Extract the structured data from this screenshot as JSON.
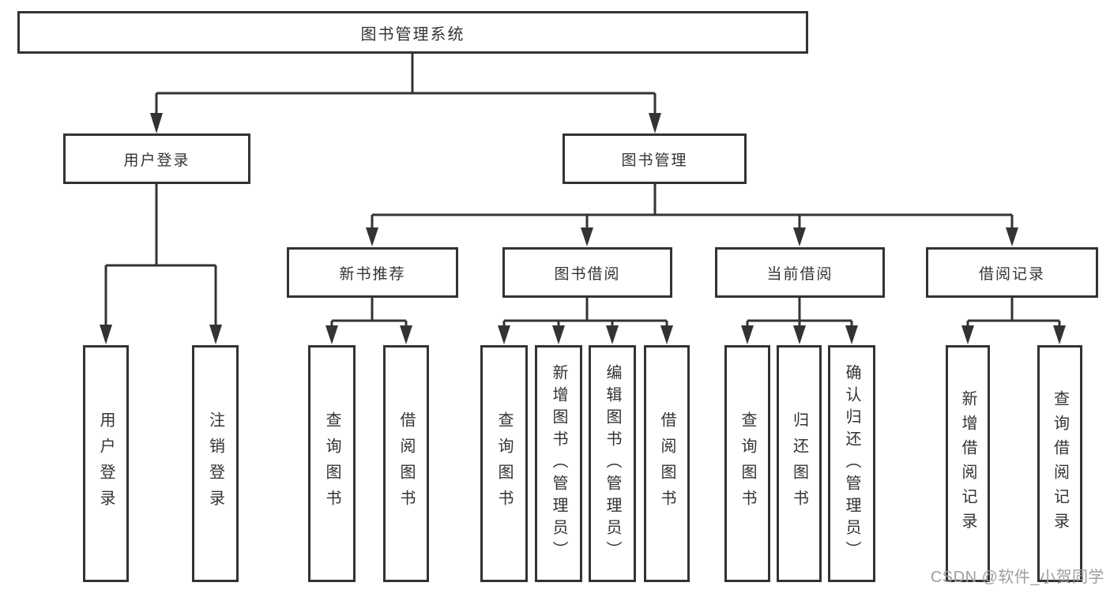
{
  "tree": {
    "root": {
      "label": "图书管理系统"
    },
    "branches": [
      {
        "label": "用户登录",
        "children": [
          {
            "label": "用户登录"
          },
          {
            "label": "注销登录"
          }
        ]
      },
      {
        "label": "图书管理",
        "children": [
          {
            "label": "新书推荐",
            "children": [
              {
                "label": "查询图书"
              },
              {
                "label": "借阅图书"
              }
            ]
          },
          {
            "label": "图书借阅",
            "children": [
              {
                "label": "查询图书"
              },
              {
                "label": "新增图书（管理员）"
              },
              {
                "label": "编辑图书（管理员）"
              },
              {
                "label": "借阅图书"
              }
            ]
          },
          {
            "label": "当前借阅",
            "children": [
              {
                "label": "查询图书"
              },
              {
                "label": "归还图书"
              },
              {
                "label": "确认归还（管理员）"
              }
            ]
          },
          {
            "label": "借阅记录",
            "children": [
              {
                "label": "新增借阅记录"
              },
              {
                "label": "查询借阅记录"
              }
            ]
          }
        ]
      }
    ]
  },
  "watermark": {
    "text": "CSDN @软件_小贺同学"
  },
  "colors": {
    "line": "#333333",
    "text": "#333333",
    "background": "#ffffff",
    "watermark": "#9e9e9e"
  }
}
